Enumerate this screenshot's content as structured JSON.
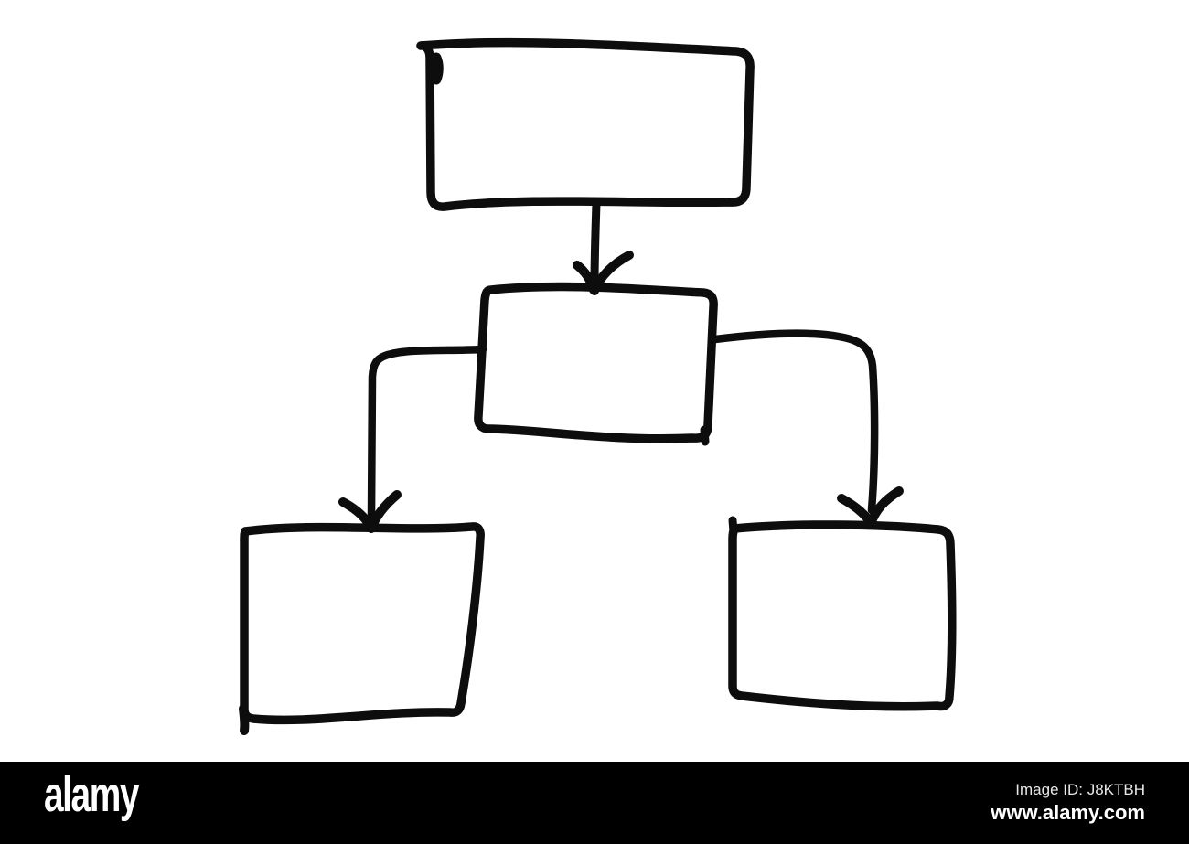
{
  "canvas": {
    "background": "#ffffff",
    "ink": "#0d0d0d"
  },
  "footer": {
    "logo": "alamy",
    "image_id": "Image ID: J8KTBH",
    "url": "www.alamy.com",
    "background": "#000000",
    "text_color": "#ffffff"
  },
  "diagram": {
    "type": "flowchart",
    "style": "hand-drawn, black marker on white, empty boxes",
    "nodes": [
      {
        "id": "top-box",
        "shape": "rectangle",
        "label": ""
      },
      {
        "id": "middle-box",
        "shape": "rectangle",
        "label": ""
      },
      {
        "id": "bottom-left-box",
        "shape": "rectangle",
        "label": ""
      },
      {
        "id": "bottom-right-box",
        "shape": "rectangle",
        "label": ""
      }
    ],
    "edges": [
      {
        "from": "top-box",
        "to": "middle-box",
        "arrow": "down"
      },
      {
        "from": "middle-box",
        "to": "bottom-left-box",
        "arrow": "down-left elbow"
      },
      {
        "from": "middle-box",
        "to": "bottom-right-box",
        "arrow": "down-right elbow"
      }
    ]
  }
}
